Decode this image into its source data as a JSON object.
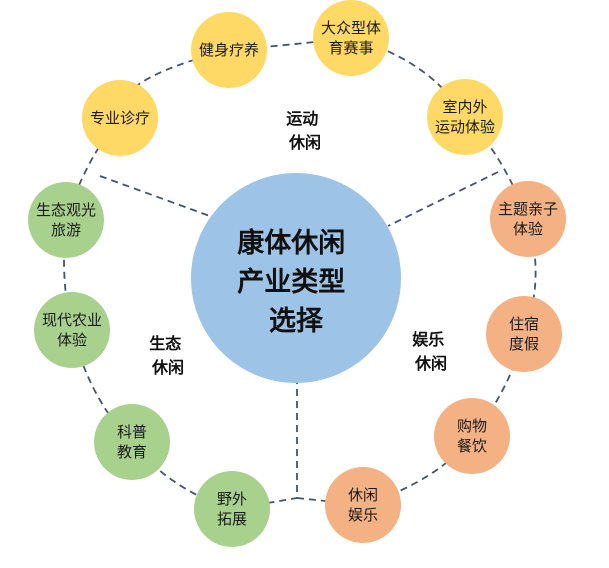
{
  "center": {
    "lines": [
      "康体休闲",
      "产业类型",
      "选择"
    ],
    "color": "#9dc3e6"
  },
  "categories": [
    {
      "id": "sport",
      "lines": [
        "运动",
        "休闲"
      ]
    },
    {
      "id": "eco",
      "lines": [
        "生态",
        "休闲"
      ]
    },
    {
      "id": "ent",
      "lines": [
        "娱乐",
        "休闲"
      ]
    }
  ],
  "colors": {
    "sport": "#ffd966",
    "ent": "#f4b183",
    "eco": "#a9d18e",
    "line": "#44546a"
  },
  "nodes": [
    {
      "group": "sport",
      "lines": [
        "健身疗养"
      ]
    },
    {
      "group": "sport",
      "lines": [
        "大众型体",
        "育赛事"
      ]
    },
    {
      "group": "sport",
      "lines": [
        "室内外",
        "运动体验"
      ]
    },
    {
      "group": "sport",
      "lines": [
        "专业诊疗"
      ]
    },
    {
      "group": "ent",
      "lines": [
        "主题亲子",
        "体验"
      ]
    },
    {
      "group": "ent",
      "lines": [
        "住宿",
        "度假"
      ]
    },
    {
      "group": "ent",
      "lines": [
        "购物",
        "餐饮"
      ]
    },
    {
      "group": "ent",
      "lines": [
        "休闲",
        "娱乐"
      ]
    },
    {
      "group": "eco",
      "lines": [
        "生态观光",
        "旅游"
      ]
    },
    {
      "group": "eco",
      "lines": [
        "现代农业",
        "体验"
      ]
    },
    {
      "group": "eco",
      "lines": [
        "科普",
        "教育"
      ]
    },
    {
      "group": "eco",
      "lines": [
        "野外",
        "拓展"
      ]
    }
  ]
}
